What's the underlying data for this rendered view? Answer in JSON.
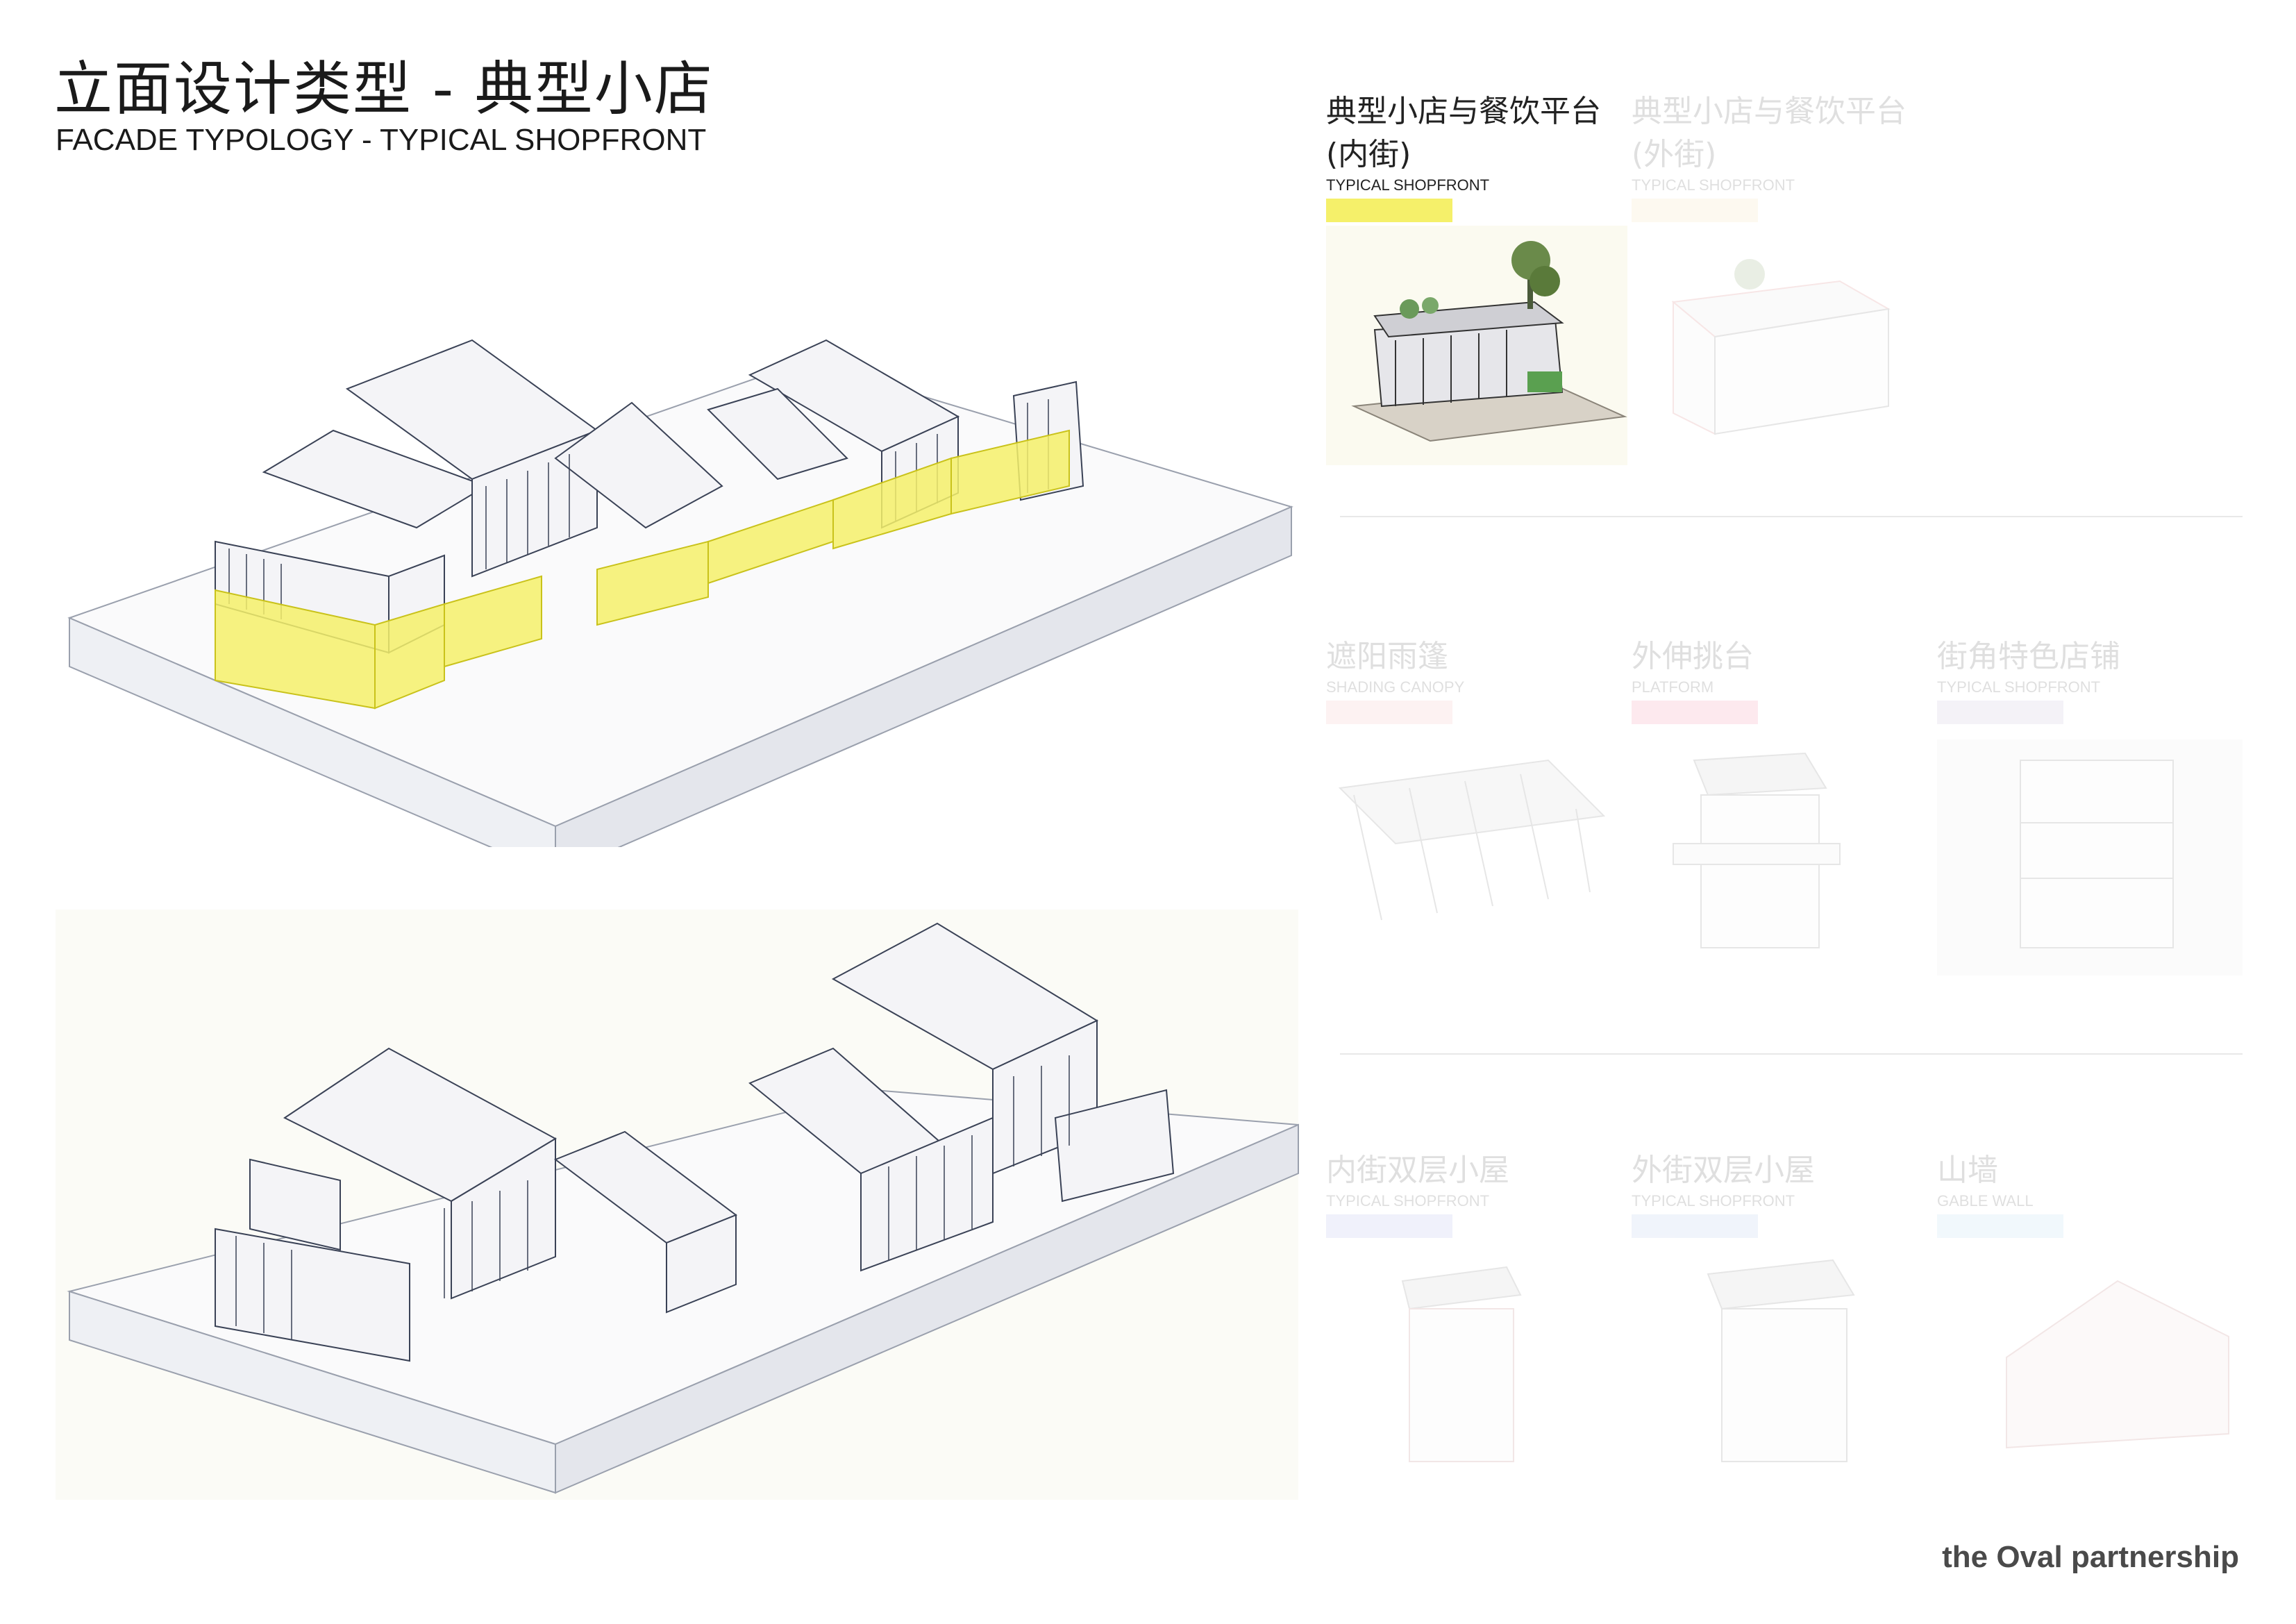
{
  "header": {
    "title_cn": "立面设计类型 - 典型小店",
    "title_en": "FACADE TYPOLOGY - TYPICAL SHOPFRONT"
  },
  "panels": [
    {
      "title_cn": "典型小店与餐饮平台\n(内街)",
      "title_en": "TYPICAL SHOPFRONT",
      "color": "#f5f06a",
      "active": true
    },
    {
      "title_cn": "典型小店与餐饮平台\n(外街)",
      "title_en": "TYPICAL SHOPFRONT",
      "color": "#f6dc9a",
      "active": false
    },
    {
      "title_cn": "遮阳雨篷",
      "title_en": "SHADING CANOPY",
      "color": "#f3a8a8",
      "active": false
    },
    {
      "title_cn": "外伸挑台",
      "title_en": "PLATFORM",
      "color": "#f26a8a",
      "active": false
    },
    {
      "title_cn": "街角特色店铺",
      "title_en": "TYPICAL SHOPFRONT",
      "color": "#b8a9c9",
      "active": false
    },
    {
      "title_cn": "内街双层小屋",
      "title_en": "TYPICAL SHOPFRONT",
      "color": "#9aa0e6",
      "active": false
    },
    {
      "title_cn": "外街双层小屋",
      "title_en": "TYPICAL SHOPFRONT",
      "color": "#9ab4e6",
      "active": false
    },
    {
      "title_cn": "山墙",
      "title_en": "GABLE WALL",
      "color": "#a0d4f0",
      "active": false
    }
  ],
  "footer": {
    "logo": "the Oval partnership"
  },
  "colors": {
    "highlight": "#f5f06a",
    "line": "#3a4256",
    "building_fill": "#f4f4f7"
  }
}
